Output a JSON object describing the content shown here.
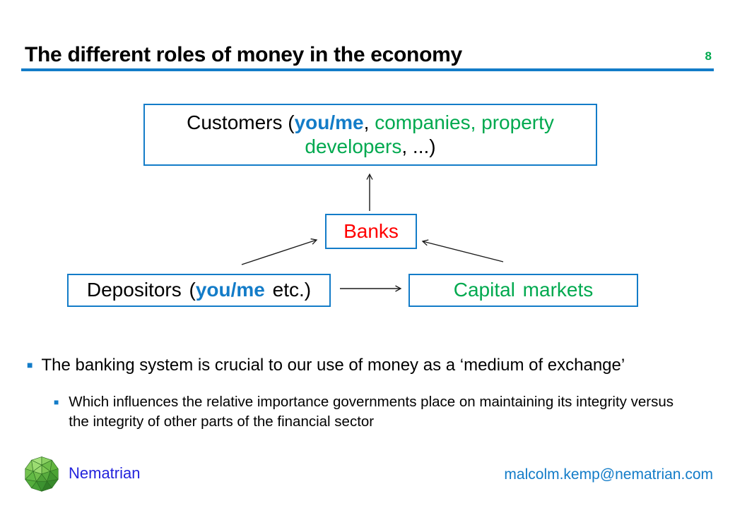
{
  "colors": {
    "accent_blue": "#137CC8",
    "green": "#00A94F",
    "red": "#FF0000",
    "black": "#000000",
    "nematrian_blue": "#2323DC",
    "arrow": "#1a1a1a"
  },
  "header": {
    "title": "The different roles of money in the economy",
    "page_number": "8"
  },
  "diagram": {
    "customers_box": {
      "runs": [
        {
          "text": "Customers (",
          "color": "black"
        },
        {
          "text": "you/me",
          "color": "accent_blue",
          "bold": true
        },
        {
          "text": ", ",
          "color": "black"
        },
        {
          "text": "companies, property developers",
          "color": "green"
        },
        {
          "text": ", ...)",
          "color": "black"
        }
      ]
    },
    "banks_box": {
      "label": "Banks"
    },
    "depositors_box": {
      "runs": [
        {
          "text": "Depositors (",
          "color": "black"
        },
        {
          "text": "you/me",
          "color": "accent_blue",
          "bold": true
        },
        {
          "text": " etc.)",
          "color": "black"
        }
      ]
    },
    "capital_markets_box": {
      "label": "Capital markets"
    },
    "arrows": [
      "banks-to-customers",
      "depositors-to-banks",
      "capital-markets-to-banks",
      "depositors-to-capital-markets"
    ]
  },
  "bullets": {
    "glyph": "■",
    "main": "The banking system is crucial to our use of money as a ‘medium of exchange’",
    "sub": "Which influences the relative importance governments place on maintaining its integrity versus the integrity of other parts of the financial sector"
  },
  "footer": {
    "brand": "Nematrian",
    "email": "malcolm.kemp@nematrian.com",
    "logo_icon": "geodesic-sphere-icon"
  }
}
